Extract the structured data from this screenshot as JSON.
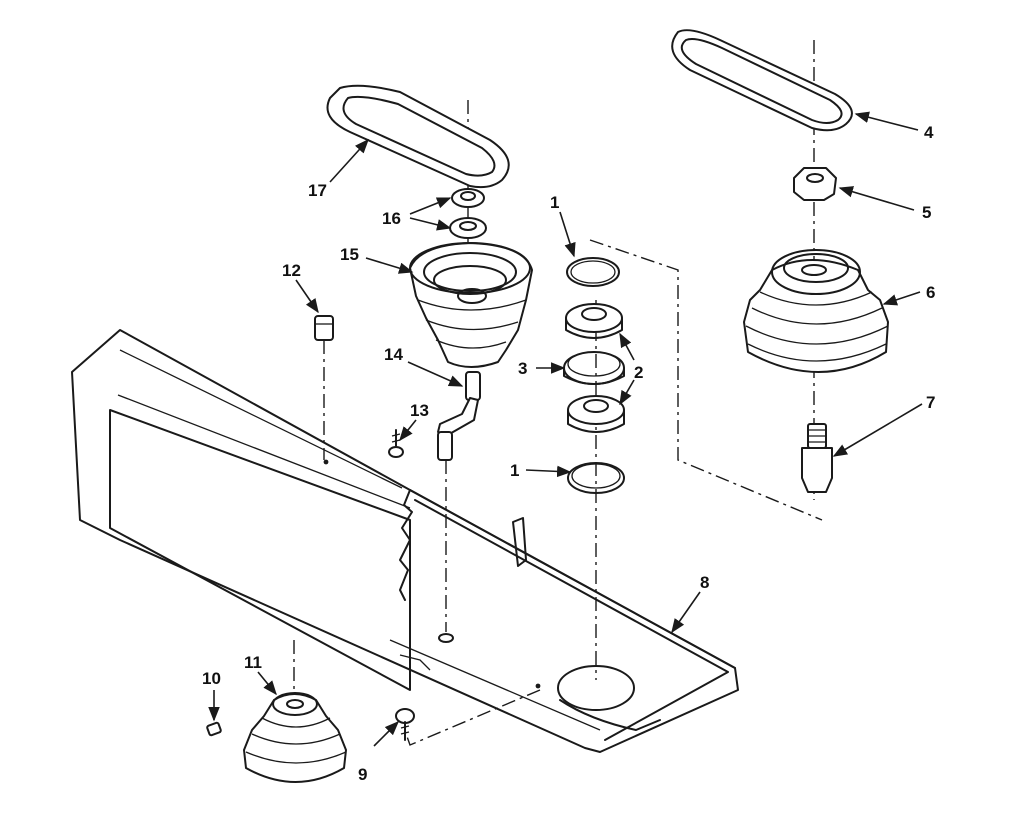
{
  "callouts": [
    "1",
    "2",
    "3",
    "4",
    "5",
    "6",
    "7",
    "8",
    "9",
    "10",
    "11",
    "12",
    "13",
    "14",
    "15",
    "16",
    "17"
  ],
  "labels": {
    "c1a": "1",
    "c1b": "1",
    "c2": "2",
    "c3": "3",
    "c4": "4",
    "c5": "5",
    "c6": "6",
    "c7": "7",
    "c8": "8",
    "c9": "9",
    "c10": "10",
    "c11": "11",
    "c12": "12",
    "c13": "13",
    "c14": "14",
    "c15": "15",
    "c16": "16",
    "c17": "17"
  }
}
